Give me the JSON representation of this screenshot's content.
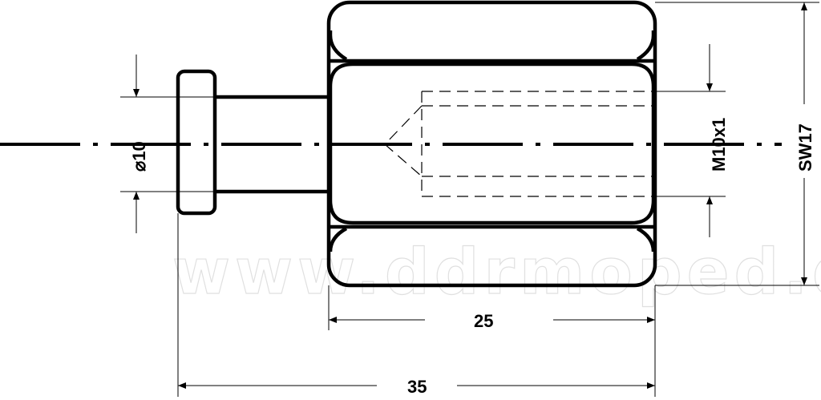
{
  "dimensions": {
    "diameter": "⌀10",
    "thread": "M10x1",
    "wrench_size": "SW17",
    "nut_length": "25",
    "total_length": "35"
  },
  "watermark": "www.ddrmoped.de"
}
